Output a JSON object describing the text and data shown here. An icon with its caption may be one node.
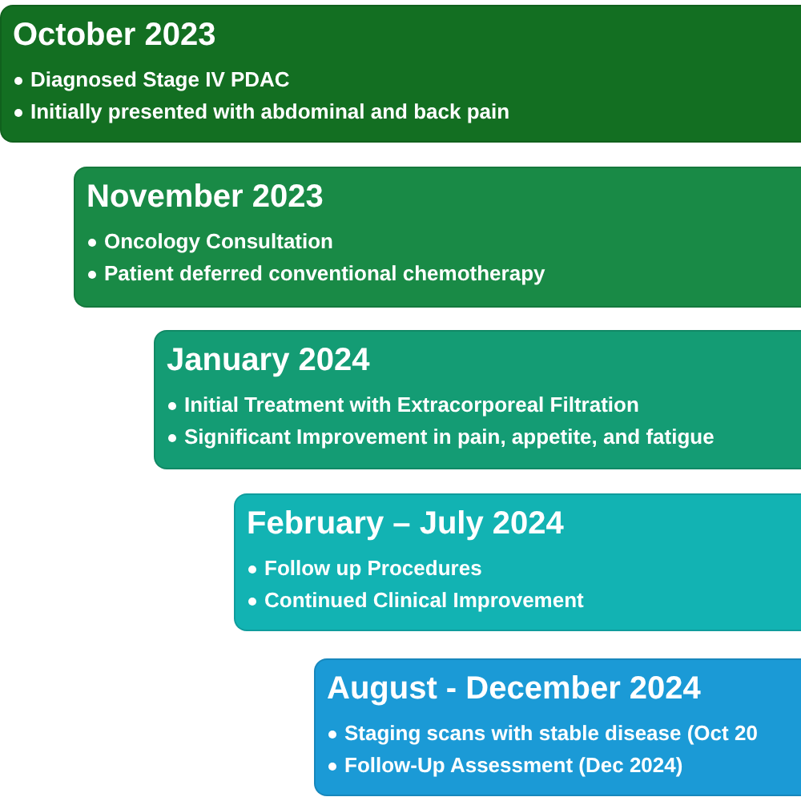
{
  "diagram": {
    "nodes": [
      {
        "text": [
          "October 2023",
          "Diagnosed Stage IV PDAC",
          "Initially presented with abdominal and back pain"
        ]
      },
      {
        "text": [
          "November 2023",
          "Oncology Consultation",
          "Patient deferred conventional chemotherapy"
        ]
      },
      {
        "text": [
          "January 2024",
          "Initial Treatment with Extracorporeal Filtration",
          "Significant Improvement in pain, appetite, and fatigue"
        ]
      },
      {
        "text": [
          "February – July 2024",
          "Follow up Procedures",
          "Continued Clinical Improvement"
        ]
      },
      {
        "text": [
          "August - December 2024",
          "Staging scans with stable disease (Oct 20",
          "Follow-Up Assessment (Dec 2024)"
        ]
      }
    ]
  }
}
